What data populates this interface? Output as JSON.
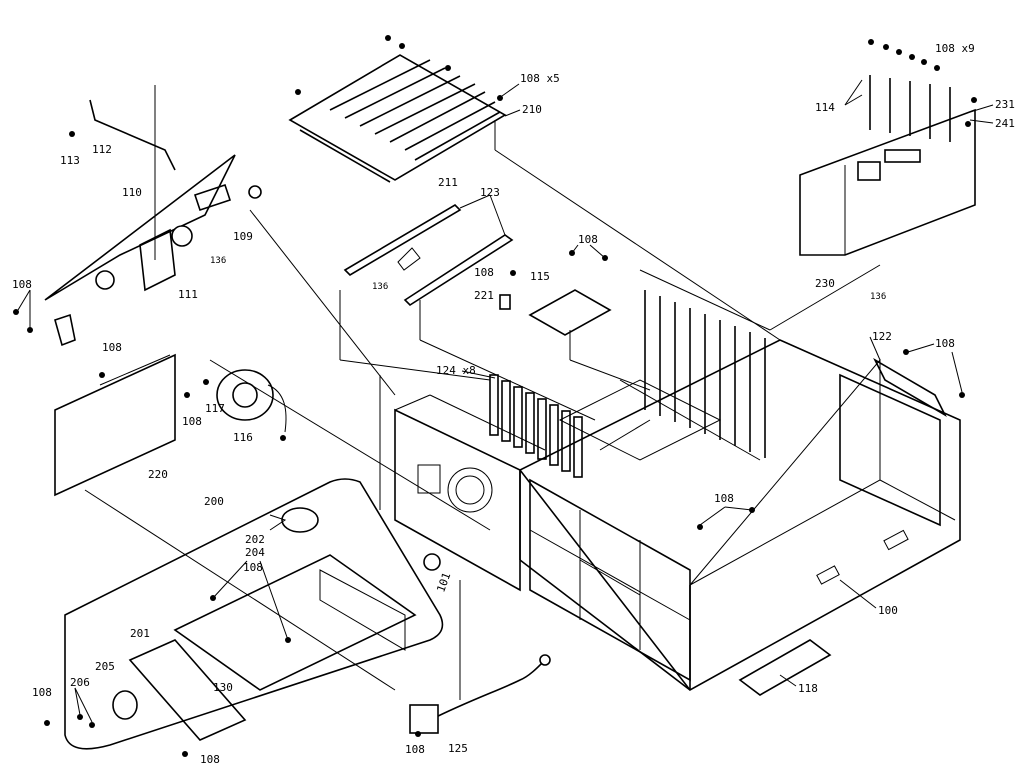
{
  "labels": {
    "l100": "100",
    "l101": "101",
    "l108_a": "108",
    "l108_b": "108",
    "l108_c": "108",
    "l108_d": "108",
    "l108_e": "108",
    "l108_f": "108",
    "l108_g": "108",
    "l108_h": "108",
    "l108_i": "108",
    "l108_j": "108",
    "l108_k": "108",
    "l108x5": "108 x5",
    "l108x9": "108 x9",
    "l109": "109",
    "l110": "110",
    "l111": "111",
    "l112": "112",
    "l113": "113",
    "l114": "114",
    "l115": "115",
    "l116": "116",
    "l117": "117",
    "l118": "118",
    "l122": "122",
    "l123": "123",
    "l124x8": "124 x8",
    "l125": "125",
    "l130": "130",
    "l136_a": "136",
    "l136_b": "136",
    "l136_c": "136",
    "l200": "200",
    "l201": "201",
    "l202": "202",
    "l204": "204",
    "l205": "205",
    "l206": "206",
    "l210": "210",
    "l211": "211",
    "l220": "220",
    "l221": "221",
    "l230": "230",
    "l231": "231",
    "l241": "241"
  }
}
